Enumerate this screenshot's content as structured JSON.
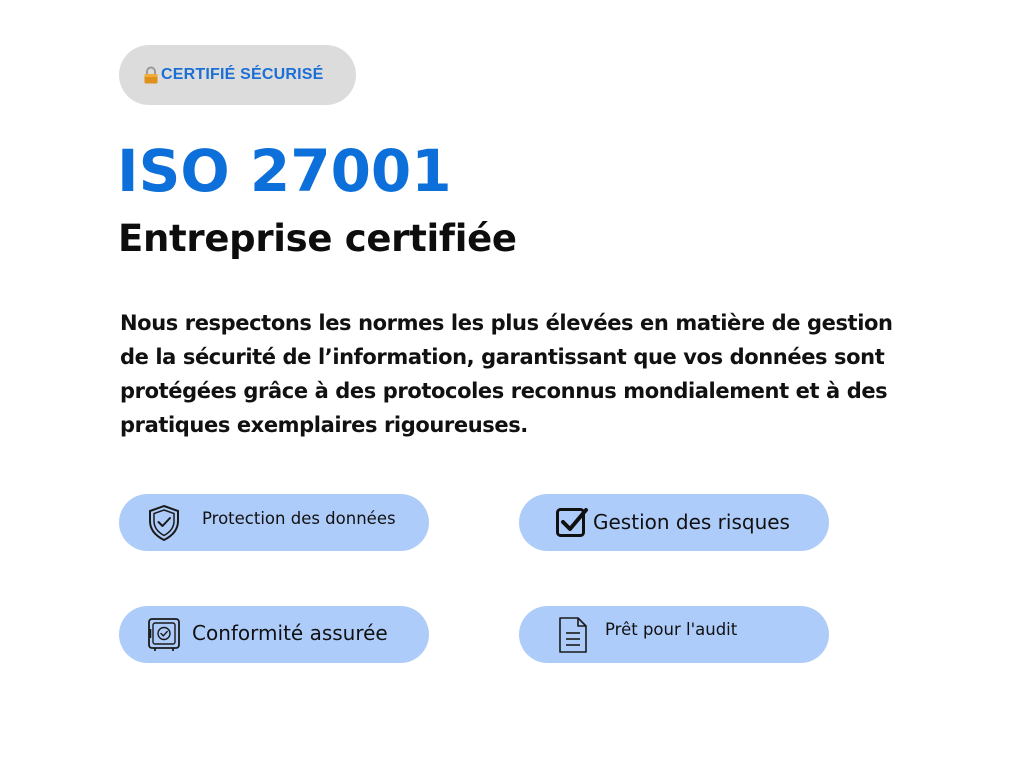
{
  "badge": {
    "label": "CERTIFIÉ SÉCURISÉ",
    "icon": "lock-icon"
  },
  "heading": {
    "title": "ISO 27001",
    "subtitle": "Entreprise certifiée"
  },
  "description": "Nous respectons les normes les plus élevées en matière de gestion de la sécurité de l’information, garantissant que vos données sont protégées grâce à des protocoles reconnus mondialement et à des pratiques exemplaires rigoureuses.",
  "features": [
    {
      "label": "Protection des données",
      "icon": "shield-check-icon"
    },
    {
      "label": "Gestion des risques",
      "icon": "checkbox-icon"
    },
    {
      "label": "Conformité assurée",
      "icon": "safe-icon"
    },
    {
      "label": "Prêt pour l'audit",
      "icon": "document-icon"
    }
  ],
  "colors": {
    "accent": "#0d6fd9",
    "badge_bg": "#dcdcdc",
    "pill_bg": "#aeccfa",
    "text": "#111111"
  }
}
